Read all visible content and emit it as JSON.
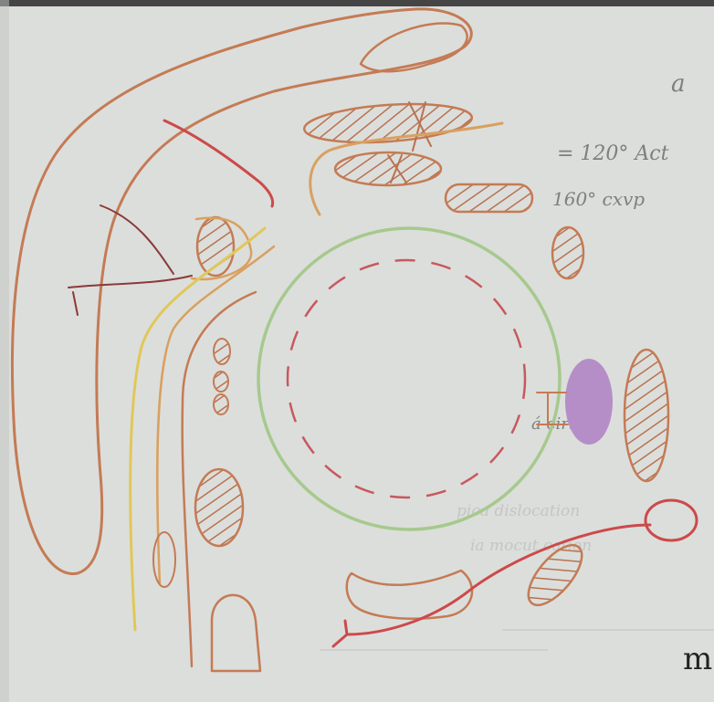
{
  "notes": {
    "line1": "= 120° Act",
    "line2": "160° cxvp",
    "line3": "a",
    "line4": "á cirt",
    "line5": "picа dislocation",
    "line6": "ia mocut cation",
    "corner": "m"
  },
  "colors": {
    "paper": "#dcdedb",
    "brown_ink": "#c47b55",
    "hatch": "#b87050",
    "orange": "#d9a060",
    "yellow": "#e0c75a",
    "green": "#a6c98d",
    "red": "#cc4a4a",
    "pink_dash": "#c8585f",
    "purple": "#b58ec7"
  }
}
